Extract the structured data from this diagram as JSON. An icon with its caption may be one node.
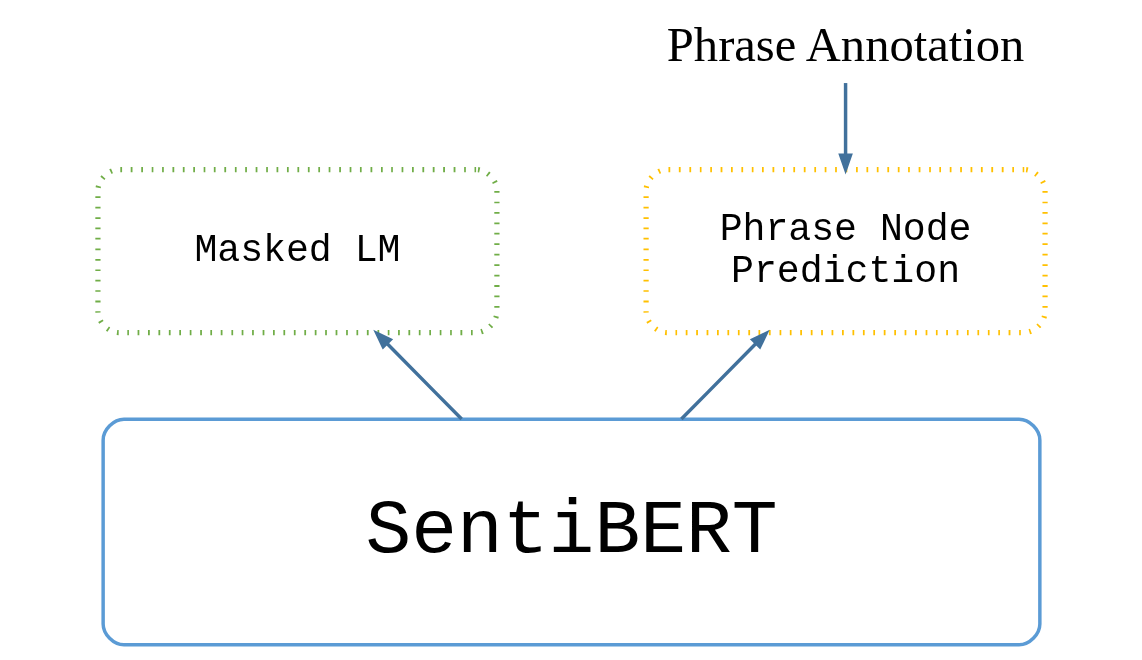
{
  "diagram": {
    "nodes": [
      {
        "text": [
          "Phrase Annotation"
        ]
      },
      {
        "text": [
          "Masked LM"
        ]
      },
      {
        "text": [
          "Phrase Node Prediction"
        ]
      },
      {
        "text": [
          "SentiBERT"
        ]
      }
    ],
    "edges": [
      {
        "from": 0,
        "to": 2,
        "arrow": "to"
      },
      {
        "from": 3,
        "to": 1,
        "arrow": "to"
      },
      {
        "from": 3,
        "to": 2,
        "arrow": "to"
      }
    ]
  }
}
